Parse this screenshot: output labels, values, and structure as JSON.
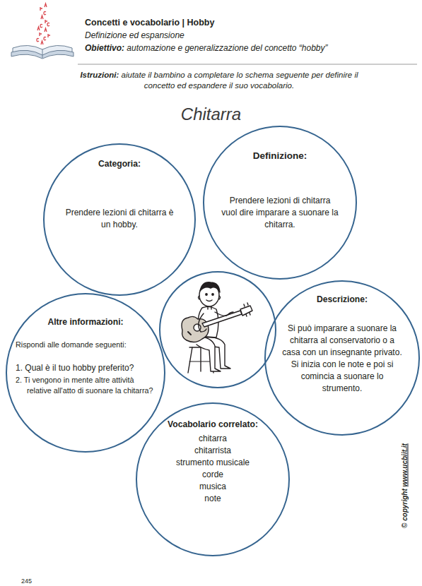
{
  "diagram": {
    "title": "Chitarra",
    "nodes": [
      {
        "text": [
          "Categoria:",
          "Prendere lezioni di chitarra è un hobby."
        ]
      },
      {
        "text": [
          "Definizione:",
          "Prendere lezioni di chitarra vuol dire imparare a suonare la chitarra."
        ]
      },
      {
        "text": [
          "Altre informazioni:",
          "Rispondi alle domande seguenti:",
          "1. Qual è il tuo hobby preferito?",
          "2. Ti vengono in mente altre attività relative all'atto di suonare la chitarra?"
        ]
      },
      {
        "text": [
          "Descrizione:",
          "Si può imparare a suonare la chitarra al conservatorio o a casa con un insegnante privato. Si inizia con le note e poi si comincia a suonare lo strumento."
        ]
      },
      {
        "text": [
          "Vocabolario correlato:",
          "chitarra",
          "chitarrista",
          "strumento musicale",
          "corde",
          "musica",
          "note"
        ]
      }
    ],
    "labels": [
      "Concetti e vocabolario | Hobby",
      "Definizione ed espansione",
      "Obiettivo:",
      "automazione e generalizzazione del concetto “hobby”",
      "Istruzioni:",
      "aiutate il bambino a completare lo schema seguente per definire il concetto ed espandere il suo vocabolario.",
      "© copyright",
      "www.ucbiit.it",
      "245"
    ]
  }
}
